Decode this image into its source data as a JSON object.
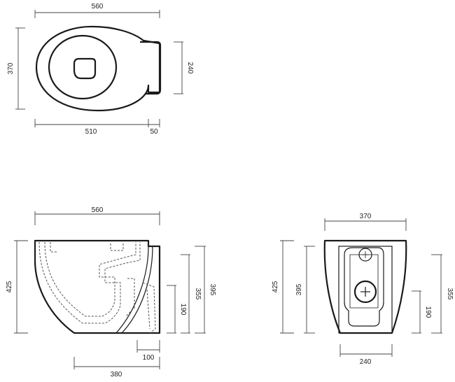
{
  "top_view": {
    "width_label": "560",
    "depth_label": "370",
    "rear_height_label": "240",
    "body_length_label": "510",
    "rear_length_label": "50"
  },
  "side_view": {
    "width_label": "560",
    "height_label": "425",
    "outlet_label": "190",
    "inner_height_label": "355",
    "total_height_label": "395",
    "rear_offset_label": "100",
    "base_label": "380"
  },
  "rear_view": {
    "width_label": "370",
    "height_label": "425",
    "inner_height_label": "395",
    "outlet_label": "190",
    "right_height_label": "355",
    "base_label": "240"
  }
}
